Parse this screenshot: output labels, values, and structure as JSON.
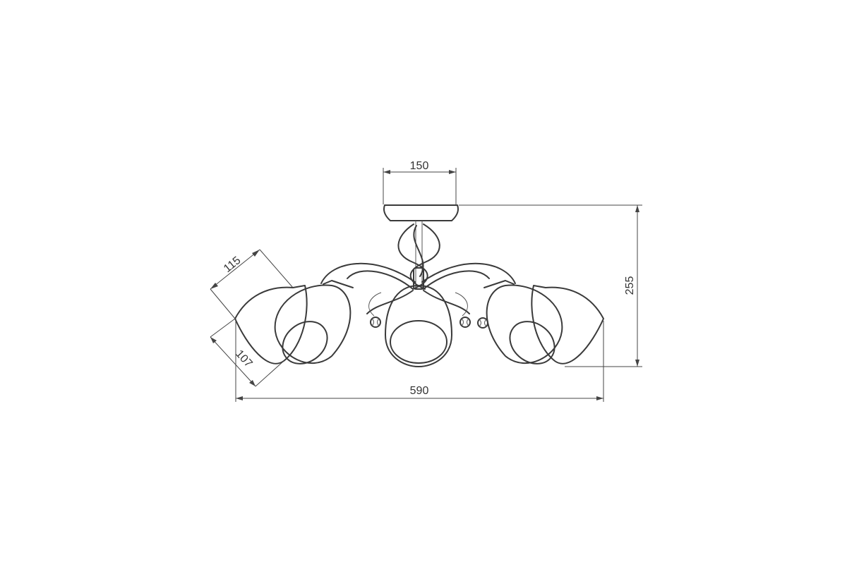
{
  "dimensions": {
    "canopy_width": "150",
    "total_height": "255",
    "total_width": "590",
    "shade_length": "115",
    "shade_diameter": "107"
  }
}
